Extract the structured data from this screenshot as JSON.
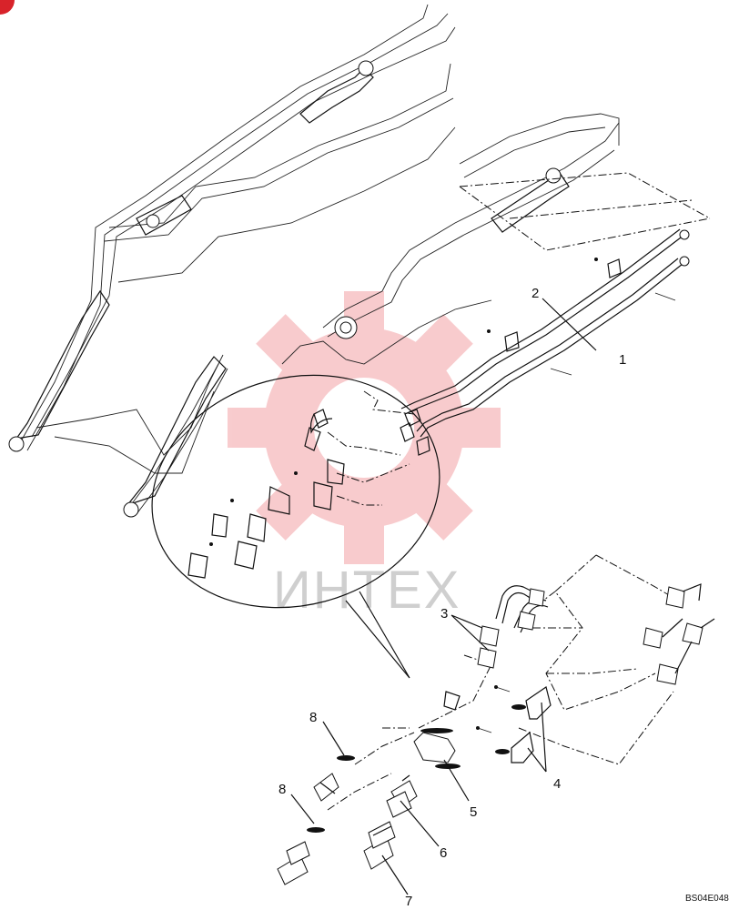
{
  "callouts": {
    "c1": "1",
    "c2": "2",
    "c3": "3",
    "c4": "4",
    "c5": "5",
    "c6": "6",
    "c7": "7",
    "c8a": "8",
    "c8b": "8"
  },
  "reference_code": "BS04E048",
  "watermark": {
    "text": "ИНТЕХ",
    "color": "#f5b5b8"
  },
  "colors": {
    "line": "#111111",
    "corner_badge": "#d8232a"
  }
}
